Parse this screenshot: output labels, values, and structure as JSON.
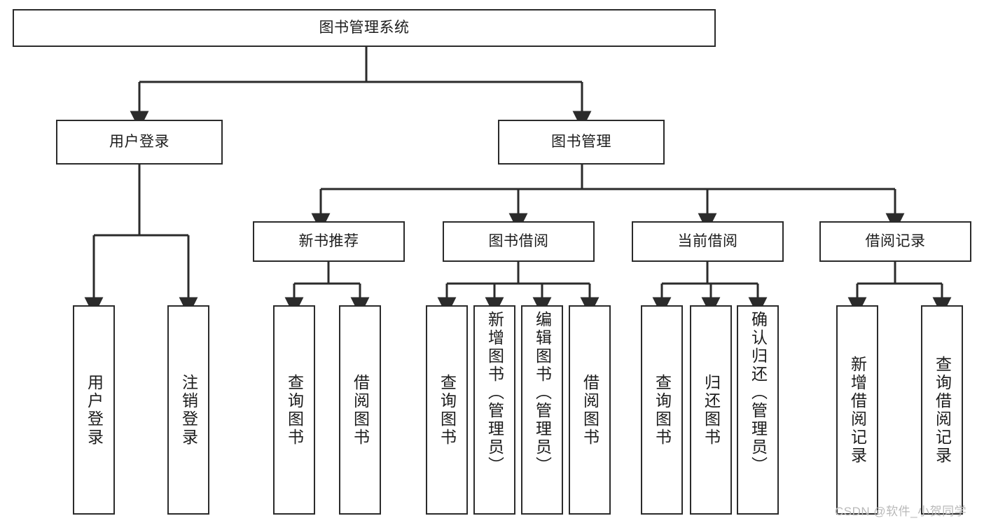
{
  "diagram": {
    "title": "图书管理系统",
    "type": "tree",
    "orientation": "top-down",
    "stroke_color": "#2b2b2b",
    "text_color": "#1c1c1c",
    "background_color": "#ffffff",
    "watermark": "CSDN @软件_小贺同学",
    "watermark_color": "#b9b9b9"
  },
  "nodes": {
    "root": {
      "label": "图书管理系统"
    },
    "level1": [
      {
        "label": "用户登录"
      },
      {
        "label": "图书管理"
      }
    ],
    "level2": [
      {
        "label": "新书推荐"
      },
      {
        "label": "图书借阅"
      },
      {
        "label": "当前借阅"
      },
      {
        "label": "借阅记录"
      }
    ],
    "leaves": {
      "user_login": [
        {
          "label": "用户登录"
        },
        {
          "label": "注销登录"
        }
      ],
      "new_book": [
        {
          "label": "查询图书"
        },
        {
          "label": "借阅图书"
        }
      ],
      "borrow_book": [
        {
          "label": "查询图书"
        },
        {
          "label": "新增图书（管理员）"
        },
        {
          "label": "编辑图书（管理员）"
        },
        {
          "label": "借阅图书"
        }
      ],
      "current_borrow": [
        {
          "label": "查询图书"
        },
        {
          "label": "归还图书"
        },
        {
          "label": "确认归还（管理员）"
        }
      ],
      "borrow_record": [
        {
          "label": "新增借阅记录"
        },
        {
          "label": "查询借阅记录"
        }
      ]
    }
  }
}
